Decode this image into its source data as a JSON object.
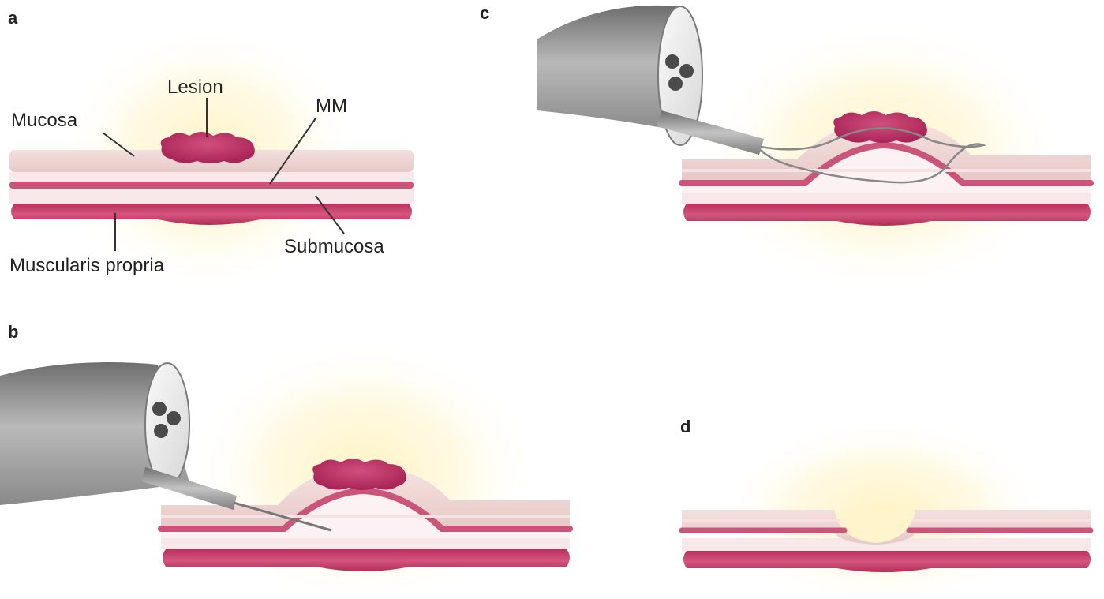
{
  "panels": {
    "a": {
      "letter": "a"
    },
    "b": {
      "letter": "b"
    },
    "c": {
      "letter": "c"
    },
    "d": {
      "letter": "d"
    }
  },
  "labels": {
    "lesion": "Lesion",
    "mucosa": "Mucosa",
    "mm": "MM",
    "submucosa": "Submucosa",
    "muscularis": "Muscularis propria"
  },
  "colors": {
    "mucosa": "#ecd4d2",
    "submucosa": "#f7e6e8",
    "muscularis_mucosae": "#c9557a",
    "muscularis_propria": "#c7436d",
    "lesion": "#c0386a",
    "endoscope": "#8f8f8f",
    "glow": "#fff1b8"
  }
}
